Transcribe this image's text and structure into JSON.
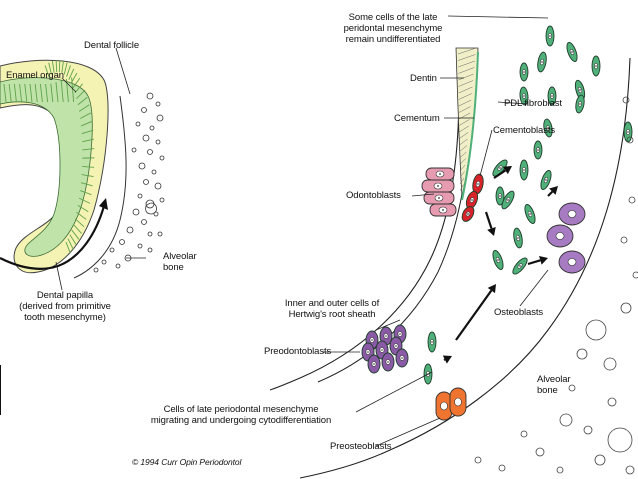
{
  "labels": {
    "dental_follicle": "Dental follicle",
    "enamel_organ": "Enamel organ",
    "alveolar_bone_left": "Alveolar\nbone",
    "dental_papilla": "Dental papilla\n(derived from primitive\ntooth mesenchyme)",
    "undifferentiated": "Some cells of the late\nperidontal mesenchyme\nremain undifferentiated",
    "dentin": "Dentin",
    "pdl_fibroblast": "PDL fibroblast",
    "cementum": "Cementum",
    "cementoblasts": "Cementoblasts",
    "odontoblasts": "Odontoblasts",
    "hertwig": "Inner and outer cells of\nHertwig's root sheath",
    "osteoblasts": "Osteoblasts",
    "preodontoblasts": "Preodontoblasts",
    "alveolar_bone_right": "Alveolar\nbone",
    "late_mesenchyme": "Cells of late periodontal mesenchyme\nmigrating and undergoing cytodifferentiation",
    "preosteoblasts": "Preosteoblasts",
    "copyright": "© 1994 Curr Opin Periodontol"
  },
  "colors": {
    "enamel_fill": "#f4f3b4",
    "papilla_stripes": "#9ccd86",
    "fibroblast": "#4fb07a",
    "osteoblast": "#a77bc2",
    "odontoblast": "#e69bb0",
    "cementoblast": "#d8232a",
    "preosteoblast": "#ee7430",
    "preodontoblast": "#8a5aa6"
  }
}
